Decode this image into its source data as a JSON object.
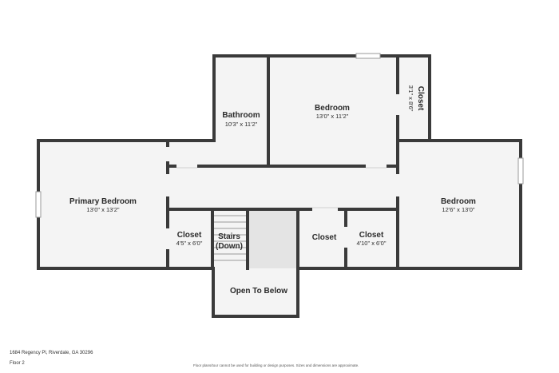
{
  "rooms": {
    "bathroom": {
      "name": "Bathroom",
      "dims": "10'3\" x 11'2\""
    },
    "bedroom_top": {
      "name": "Bedroom",
      "dims": "13'0\" x 11'2\""
    },
    "closet_top": {
      "name": "Closet",
      "dims": "3'1\" x 8'6\""
    },
    "primary_bedroom": {
      "name": "Primary Bedroom",
      "dims": "13'0\" x 13'2\""
    },
    "bedroom_right": {
      "name": "Bedroom",
      "dims": "12'6\" x 13'0\""
    },
    "closet_left": {
      "name": "Closet",
      "dims": "4'5\" x 6'0\""
    },
    "stairs": {
      "name_line1": "Stairs",
      "name_line2": "(Down)"
    },
    "closet_mid": {
      "name": "Closet"
    },
    "closet_right": {
      "name": "Closet",
      "dims": "4'10\" x 6'0\""
    },
    "open_to_below": {
      "name": "Open To Below"
    }
  },
  "footer": {
    "address": "1684 Regency Pl, Riverdale, GA 30296",
    "floor": "Floor 2",
    "disclaimer": "Floor plans/tour cannot be used for building or design purposes. Sizes and dimensions are approximate."
  }
}
